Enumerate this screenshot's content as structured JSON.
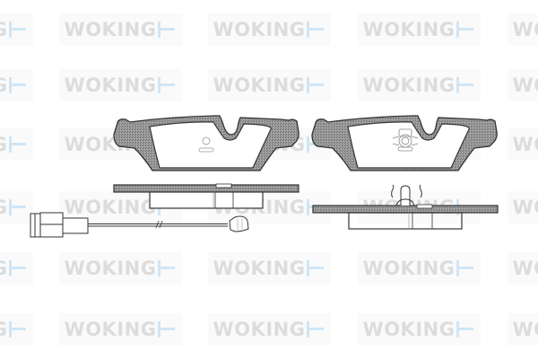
{
  "watermark": {
    "text": "WOKING",
    "logo_icon": "woking-t-mark-icon",
    "text_color": "#dcdcdc",
    "mark_color": "#cfe6f6",
    "tile_bg": "#fafafa",
    "columns_x": [
      -100,
      66,
      232,
      399,
      566
    ],
    "rows_y": [
      15,
      77,
      143,
      213,
      281,
      349
    ]
  },
  "drawing": {
    "title": "Brake pad set technical drawing",
    "pad_fill": "#8c8c8c",
    "line_color": "#333333",
    "parts": [
      {
        "id": "pad-front-view-left",
        "label": "Brake pad (front view, with wear indicator slot)"
      },
      {
        "id": "pad-front-view-right",
        "label": "Brake pad (front view, with anti-rattle clip)"
      },
      {
        "id": "pad-side-view-left",
        "label": "Brake pad (side profile)"
      },
      {
        "id": "pad-side-view-right",
        "label": "Brake pad (side profile, with clip)"
      },
      {
        "id": "wear-sensor",
        "label": "Electronic wear indicator cable"
      }
    ]
  }
}
